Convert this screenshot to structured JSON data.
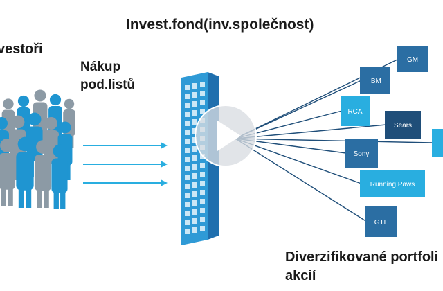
{
  "title": "Invest.fond(inv.společnost)",
  "investors_label": "vestoři",
  "purchase_label": {
    "line1": "Nákup",
    "line2": "pod.listů"
  },
  "portfolio_label": {
    "line1": "Diverzifikované portfoli",
    "line2": "akcií"
  },
  "companies": [
    "GM",
    "IBM",
    "RCA",
    "Sears",
    "Sony",
    "Running Paws",
    "GTE"
  ],
  "icons": [
    "people-crowd-icon",
    "building-icon",
    "play-icon",
    "arrow-right-icon"
  ],
  "colors": {
    "accent": "#1a9bd7",
    "dark_blue": "#1f4e79",
    "mid_blue": "#2b6ea3",
    "light_blue": "#29aee0",
    "people_gray": "#8c9aa5",
    "people_blue": "#1f95d1",
    "text": "#1a1a1a"
  }
}
